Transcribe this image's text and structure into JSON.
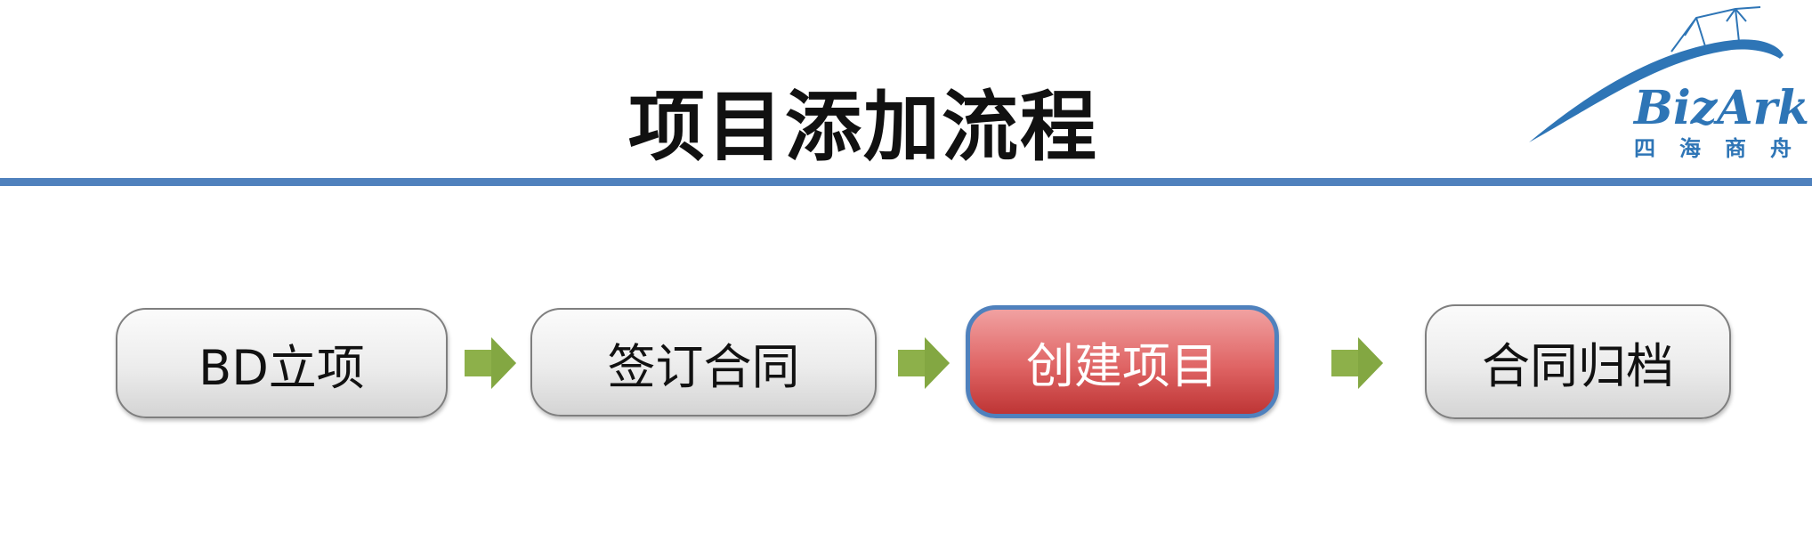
{
  "header": {
    "title": "项目添加流程",
    "logo_text": "BizArk",
    "logo_subtitle": "四海商舟"
  },
  "flow": {
    "steps": [
      {
        "label": "BD立项",
        "active": false
      },
      {
        "label": "签订合同",
        "active": false
      },
      {
        "label": "创建项目",
        "active": true
      },
      {
        "label": "合同归档",
        "active": false
      }
    ]
  },
  "colors": {
    "rule": "#4f81bd",
    "active_step": "#d9534f",
    "arrow": "#8db04a",
    "logo": "#2e75b6"
  }
}
